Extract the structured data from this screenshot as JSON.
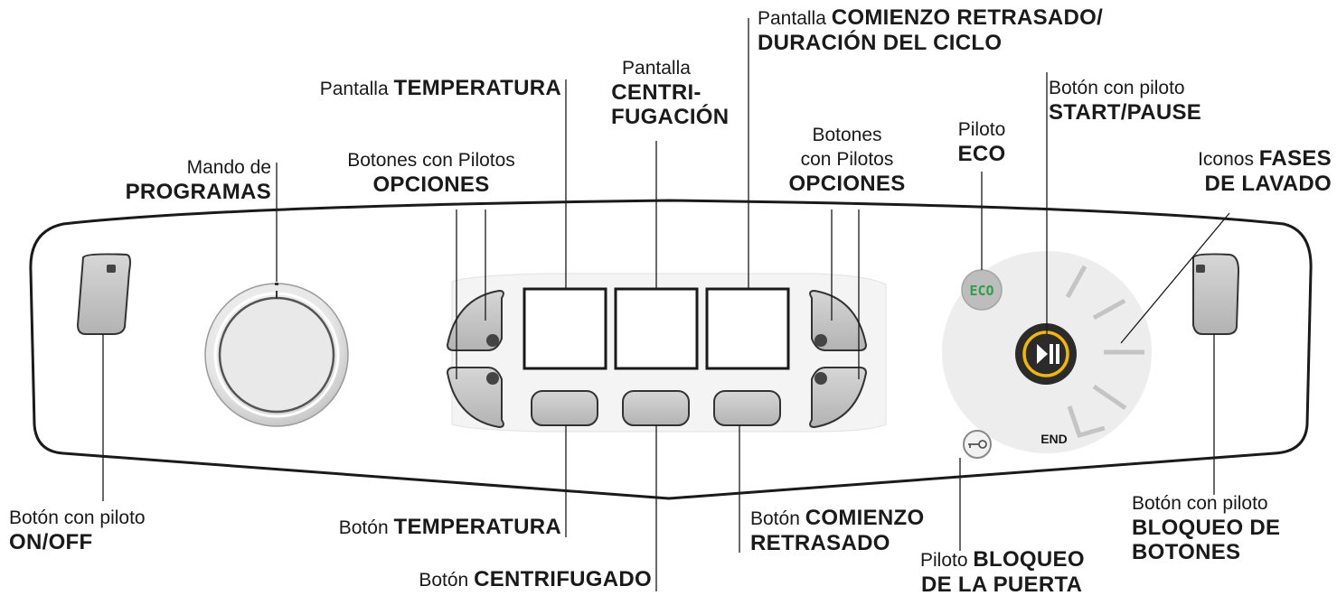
{
  "labels": {
    "comienzo_pantalla": {
      "prefix": "Pantalla",
      "bold_1": "COMIENZO RETRASADO/",
      "bold_2": "DURACIÓN DEL CICLO"
    },
    "temperatura_pantalla": {
      "prefix": "Pantalla",
      "bold": "TEMPERATURA"
    },
    "centrifugacion_pantalla": {
      "prefix": "Pantalla",
      "bold_1": "CENTRI-",
      "bold_2": "FUGACIÓN"
    },
    "start_pause": {
      "prefix": "Botón con piloto",
      "bold": "START/PAUSE"
    },
    "eco": {
      "prefix": "Piloto",
      "bold": "ECO"
    },
    "opciones_izq": {
      "prefix": "Botones con Pilotos",
      "bold": "OPCIONES"
    },
    "opciones_der": {
      "prefix_1": "Botones",
      "prefix_2": "con Pilotos",
      "bold": "OPCIONES"
    },
    "programas": {
      "prefix": "Mando de",
      "bold": "PROGRAMAS"
    },
    "fases": {
      "prefix": "Iconos",
      "bold_1": "FASES",
      "bold_2": "DE LAVADO"
    },
    "on_off": {
      "prefix": "Botón con piloto",
      "bold": "ON/OFF"
    },
    "temperatura_boton": {
      "prefix": "Botón",
      "bold": "TEMPERATURA"
    },
    "centrifugado_boton": {
      "prefix": "Botón",
      "bold": "CENTRIFUGADO"
    },
    "comienzo_boton": {
      "prefix": "Botón",
      "bold_1": "COMIENZO",
      "bold_2": "RETRASADO"
    },
    "bloqueo_puerta": {
      "prefix": "Piloto",
      "bold_1": "BLOQUEO",
      "bold_2": "DE LA PUERTA"
    },
    "bloqueo_botones": {
      "prefix": "Botón con piloto",
      "bold_1": "BLOQUEO DE",
      "bold_2": "BOTONES"
    }
  },
  "panel": {
    "eco_icon_text": "ECO",
    "end_text": "END"
  },
  "colors": {
    "eco_green": "#2e9e4a",
    "start_ring": "#f2b800",
    "panel_outline": "#1a1a1a"
  }
}
